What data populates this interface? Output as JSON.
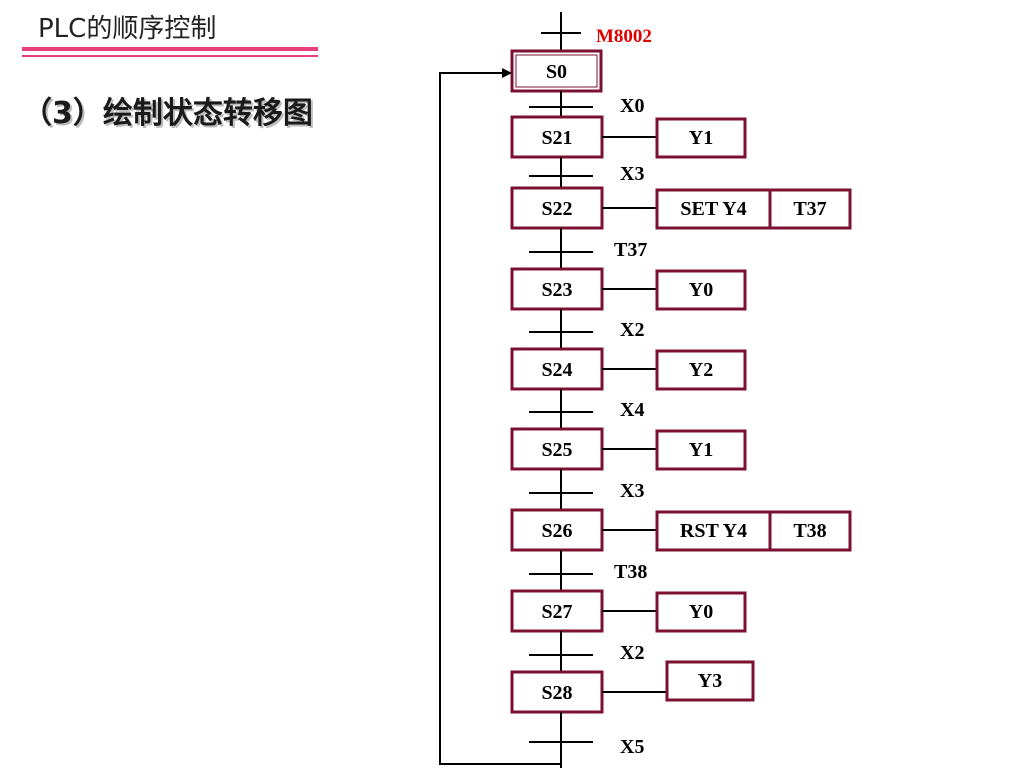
{
  "header": {
    "title": "PLC的顺序控制",
    "subtitle": "（3）绘制状态转移图"
  },
  "colors": {
    "accent": "#e8407c",
    "box_border": "#7b1030",
    "line": "#000000",
    "initial_transition_label": "#e00000"
  },
  "diagram": {
    "initial_transition": "M8002",
    "steps": [
      {
        "id": "S0",
        "actions": [],
        "transition": "X0"
      },
      {
        "id": "S21",
        "actions": [
          "Y1"
        ],
        "transition": "X3"
      },
      {
        "id": "S22",
        "actions": [
          "SET Y4",
          "T37"
        ],
        "transition": "T37"
      },
      {
        "id": "S23",
        "actions": [
          "Y0"
        ],
        "transition": "X2"
      },
      {
        "id": "S24",
        "actions": [
          "Y2"
        ],
        "transition": "X4"
      },
      {
        "id": "S25",
        "actions": [
          "Y1"
        ],
        "transition": "X3"
      },
      {
        "id": "S26",
        "actions": [
          "RST Y4",
          "T38"
        ],
        "transition": "T38"
      },
      {
        "id": "S27",
        "actions": [
          "Y0"
        ],
        "transition": "X2"
      },
      {
        "id": "S28",
        "actions": [
          "Y3"
        ],
        "transition": "X5"
      }
    ],
    "return_to": "S0"
  }
}
